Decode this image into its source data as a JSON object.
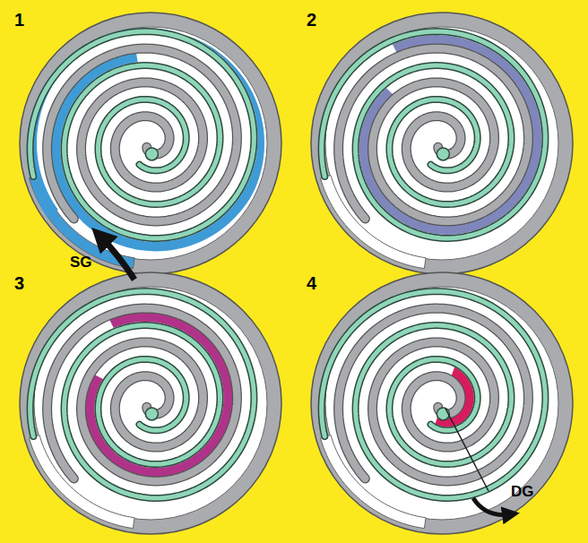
{
  "diagram": {
    "labels": [
      "1",
      "SG",
      "2",
      "3",
      "4",
      "DG"
    ]
  }
}
